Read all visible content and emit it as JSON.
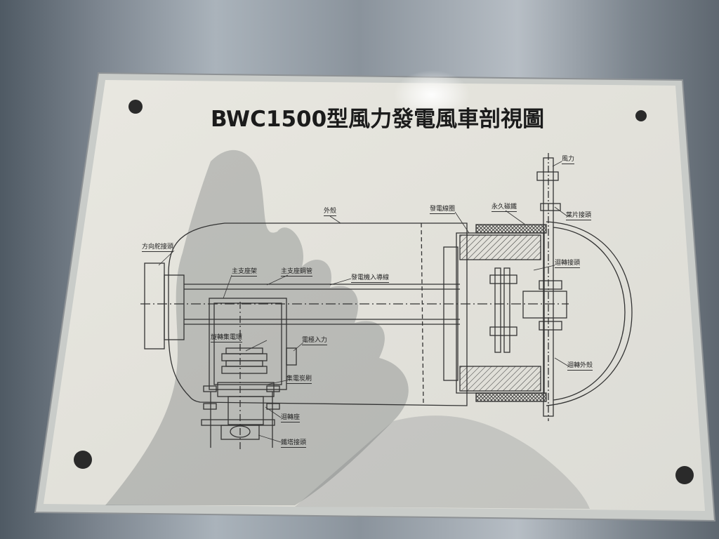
{
  "sign": {
    "title": "BWC1500型風力發電風車剖視圖",
    "labels": {
      "wind": "風力",
      "outer_shell": "外殼",
      "gen_coil": "發電線圈",
      "perm_magnet": "永久磁鐵",
      "blade_joint": "葉片接頭",
      "rudder_joint": "方向舵接頭",
      "main_frame": "主支座架",
      "main_tube": "主支座鋼管",
      "power_input_lead": "發電機入導線",
      "rotary_joint": "迴轉接頭",
      "slip_ring": "旋轉集電環",
      "power_input": "電極入力",
      "brush": "集電炭刷",
      "rotary_base": "迴轉座",
      "tower_joint": "鐵塔接頭",
      "rotary_shell": "迴轉外殼"
    }
  }
}
